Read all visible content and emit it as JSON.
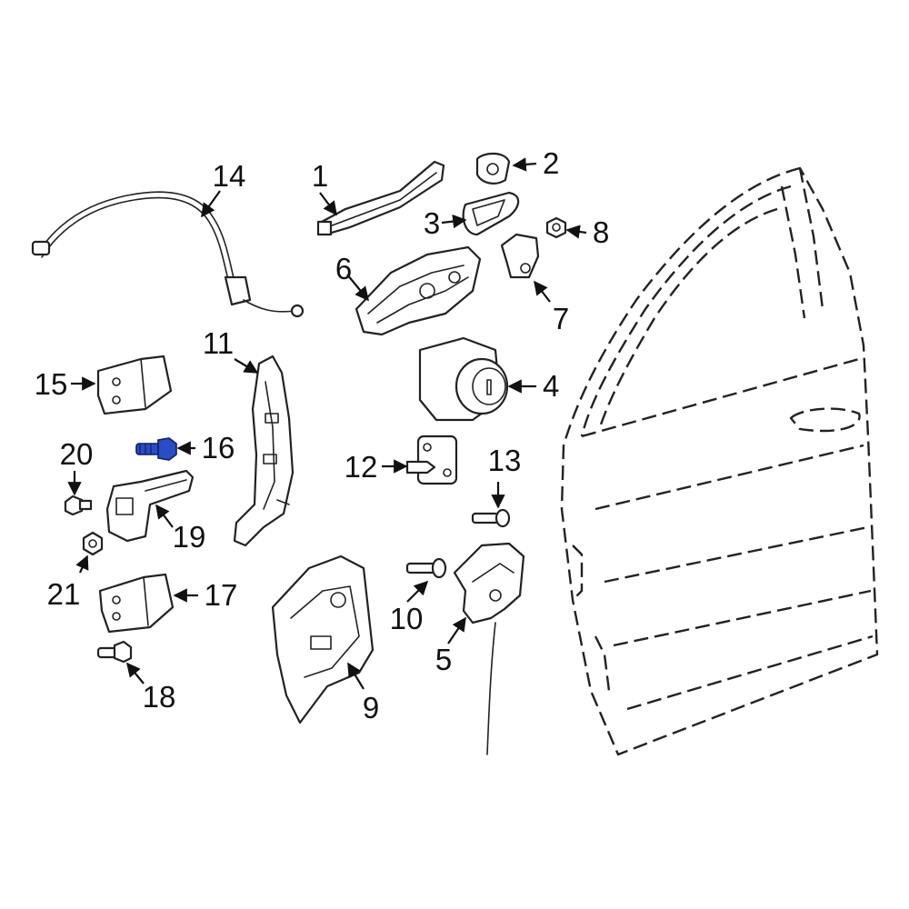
{
  "callouts": {
    "c1": "1",
    "c2": "2",
    "c3": "3",
    "c4": "4",
    "c5": "5",
    "c6": "6",
    "c7": "7",
    "c8": "8",
    "c9": "9",
    "c10": "10",
    "c11": "11",
    "c12": "12",
    "c13": "13",
    "c14": "14",
    "c15": "15",
    "c16": "16",
    "c17": "17",
    "c18": "18",
    "c19": "19",
    "c20": "20",
    "c21": "21"
  },
  "highlight": {
    "part": "16",
    "color": "#1a3fb0"
  },
  "colors": {
    "line": "#222222",
    "background": "#ffffff"
  }
}
